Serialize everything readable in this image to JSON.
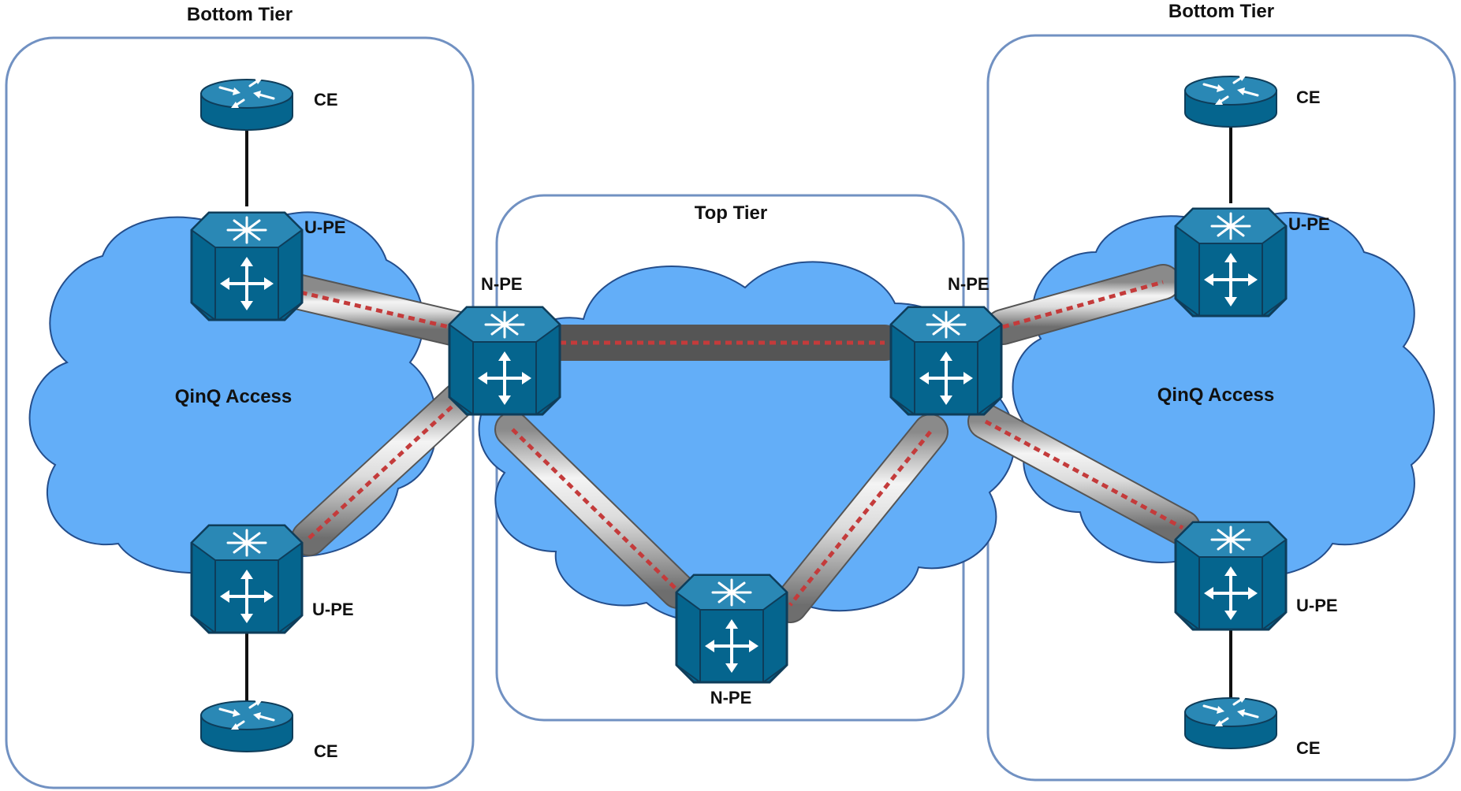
{
  "colors": {
    "panel_border": "#7191c2",
    "cloud_fill": "#63aef8",
    "cloud_stroke": "#244e8c",
    "device_fill": "#05658e",
    "device_top": "#2887b4",
    "device_stroke": "#0e3d5a",
    "tunnel_dash": "#c43b3b",
    "link_line": "#111111"
  },
  "tiers": {
    "left_title": "Bottom Tier",
    "center_title": "Top Tier",
    "right_title": "Bottom Tier"
  },
  "clouds": {
    "left_label": "QinQ Access",
    "right_label": "QinQ Access"
  },
  "devices": {
    "left_ce_top": {
      "label": "CE",
      "icon": "router-icon"
    },
    "left_upe_top": {
      "label": "U-PE",
      "icon": "switch-icon"
    },
    "left_upe_bottom": {
      "label": "U-PE",
      "icon": "switch-icon"
    },
    "left_ce_bottom": {
      "label": "CE",
      "icon": "router-icon"
    },
    "npe_left": {
      "label": "N-PE",
      "icon": "switch-icon"
    },
    "npe_right": {
      "label": "N-PE",
      "icon": "switch-icon"
    },
    "npe_bottom": {
      "label": "N-PE",
      "icon": "switch-icon"
    },
    "right_ce_top": {
      "label": "CE",
      "icon": "router-icon"
    },
    "right_upe_top": {
      "label": "U-PE",
      "icon": "switch-icon"
    },
    "right_upe_bottom": {
      "label": "U-PE",
      "icon": "switch-icon"
    },
    "right_ce_bottom": {
      "label": "CE",
      "icon": "router-icon"
    }
  }
}
